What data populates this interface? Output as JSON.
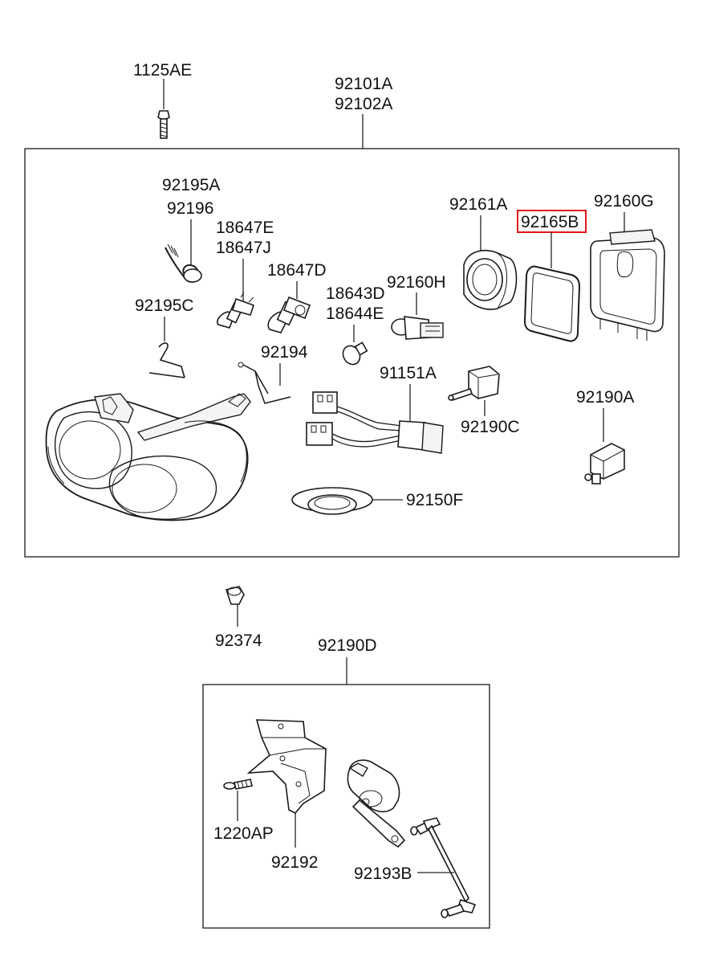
{
  "diagram": {
    "labels": {
      "p1125AE": "1125AE",
      "p92101A": "92101A",
      "p92102A": "92102A",
      "p92195A": "92195A",
      "p92196": "92196",
      "p18647E": "18647E",
      "p18647J": "18647J",
      "p18647D": "18647D",
      "p18643D": "18643D",
      "p18644E": "18644E",
      "p92160H": "92160H",
      "p92161A": "92161A",
      "p92165B": "92165B",
      "p92160G": "92160G",
      "p92195C": "92195C",
      "p92194": "92194",
      "p91151A": "91151A",
      "p92190C": "92190C",
      "p92190A": "92190A",
      "p92150F": "92150F",
      "p92374": "92374",
      "p92190D": "92190D",
      "p1220AP": "1220AP",
      "p92192": "92192",
      "p92193B": "92193B"
    },
    "highlighted_part": "92165B",
    "highlight_color": "#e0181c",
    "line_color": "#222222"
  }
}
